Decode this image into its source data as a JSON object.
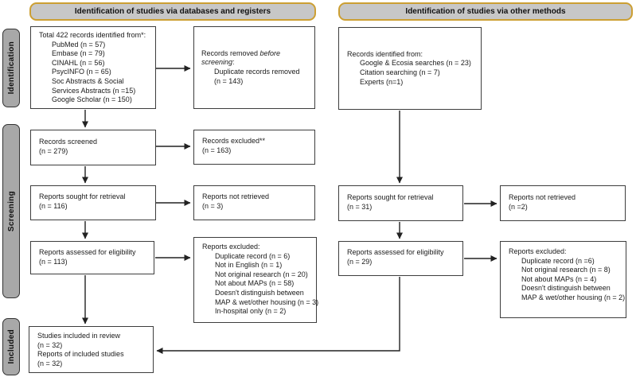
{
  "headers": {
    "left": "Identification of studies via databases and registers",
    "right": "Identification of studies via other methods"
  },
  "sidebar": {
    "identification": "Identification",
    "screening": "Screening",
    "included": "Included"
  },
  "colors": {
    "header_fill": "#c7c7c7",
    "header_border": "#cc9f33",
    "sidebar_fill": "#a8a8a8",
    "box_border": "#3d3d3d",
    "arrow": "#222222",
    "background": "#ffffff"
  },
  "boxes": {
    "db_identified": {
      "lines": [
        "Total 422 records identified from*:",
        "PubMed (n = 57)",
        "Embase (n = 79)",
        "CINAHL (n = 56)",
        "PsycINFO (n = 65)",
        "Soc Abstracts & Social",
        "Services Abstracts (n =15)",
        "Google Scholar (n = 150)"
      ]
    },
    "records_removed": {
      "l1_normal": "Records removed ",
      "l1_italic": "before",
      "l2_italic": "screening",
      "l2_colon": ":",
      "lines": [
        "Duplicate records removed",
        "(n = 143)"
      ]
    },
    "records_screened": {
      "l1": "Records screened",
      "l2": "(n = 279)"
    },
    "records_excluded": {
      "l1": "Records excluded**",
      "l2": "(n = 163)"
    },
    "reports_sought_db": {
      "l1": "Reports sought for retrieval",
      "l2": "(n = 116)"
    },
    "reports_not_retrieved_db": {
      "l1": "Reports not retrieved",
      "l2": "(n = 3)"
    },
    "reports_assessed_db": {
      "l1": "Reports assessed for eligibility",
      "l2": "(n = 113)"
    },
    "reports_excluded_db": {
      "title": "Reports excluded:",
      "lines": [
        "Duplicate record (n = 6)",
        "Not in English (n = 1)",
        "Not original research (n = 20)",
        "Not about MAPs (n = 58)",
        "Doesn't distinguish between",
        "MAP & wet/other housing (n = 3)",
        "In-hospital only (n = 2)"
      ]
    },
    "included_studies": {
      "lines": [
        "Studies included in review",
        "(n = 32)",
        "Reports of included studies",
        "(n = 32)"
      ]
    },
    "other_identified": {
      "title": "Records identified from:",
      "lines": [
        "Google & Ecosia searches (n = 23)",
        "Citation searching (n = 7)",
        "Experts (n=1)"
      ]
    },
    "reports_sought_other": {
      "l1": "Reports sought for retrieval",
      "l2": "(n = 31)"
    },
    "reports_not_retrieved_other": {
      "l1": "Reports not retrieved",
      "l2": "(n =2)"
    },
    "reports_assessed_other": {
      "l1": "Reports assessed for eligibility",
      "l2": "(n = 29)"
    },
    "reports_excluded_other": {
      "title": "Reports excluded:",
      "lines": [
        "Duplicate record (n =6)",
        "Not original research (n = 8)",
        "Not about MAPs (n = 4)",
        "Doesn't distinguish between",
        "MAP & wet/other housing (n = 2)"
      ]
    }
  }
}
